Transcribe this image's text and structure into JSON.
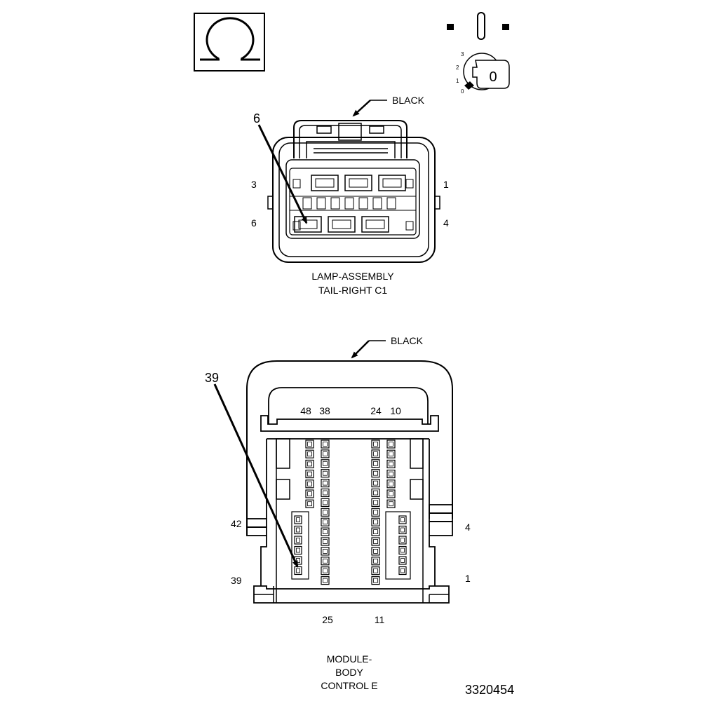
{
  "header": {
    "ohm_icon": "ohm-symbol",
    "ignition_icon": "ignition-key-off",
    "ignition_positions": [
      "3",
      "2",
      "1",
      "0"
    ],
    "key_label": "0"
  },
  "connector1": {
    "color_label": "BLACK",
    "callout_pin": "6",
    "pin_labels": {
      "top_left": "3",
      "top_right": "1",
      "bottom_left": "6",
      "bottom_right": "4"
    },
    "name_line1": "LAMP-ASSEMBLY",
    "name_line2": "TAIL-RIGHT C1"
  },
  "connector2": {
    "color_label": "BLACK",
    "callout_pin": "39",
    "top_pins": {
      "a": "48",
      "b": "38",
      "c": "24",
      "d": "10"
    },
    "side_pins": {
      "left_upper": "42",
      "left_lower": "39",
      "right_upper": "4",
      "right_lower": "1"
    },
    "bottom_pins": {
      "left": "25",
      "right": "11"
    },
    "name_line1": "MODULE-",
    "name_line2": "BODY",
    "name_line3": "CONTROL E"
  },
  "figure_id": "3320454"
}
